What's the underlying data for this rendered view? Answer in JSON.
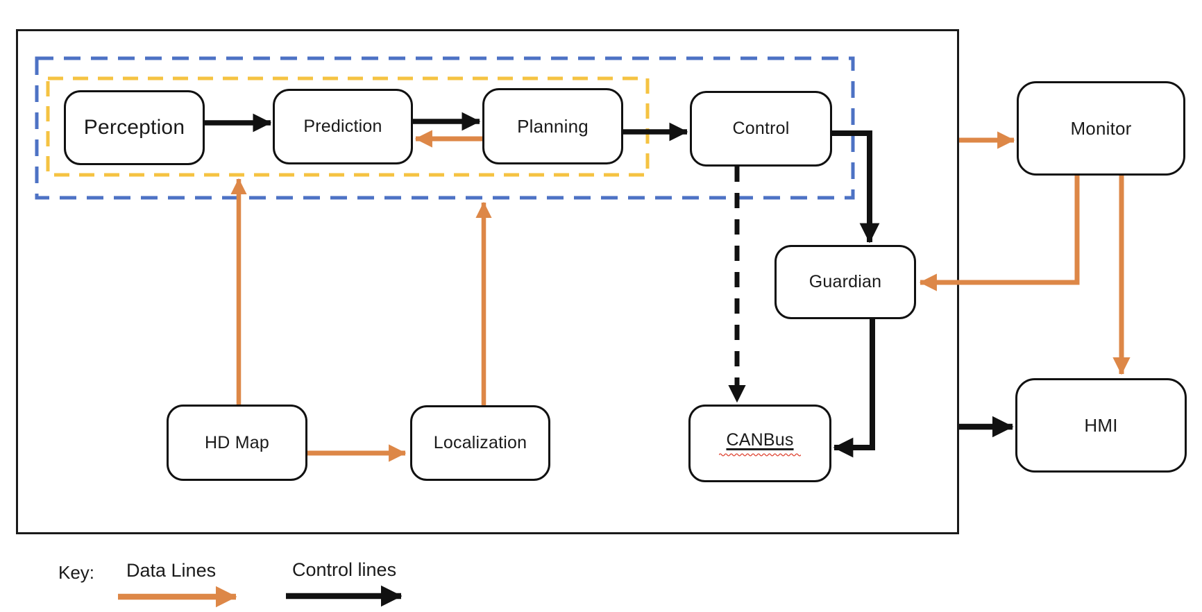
{
  "diagram": {
    "nodes": {
      "perception": {
        "label": "Perception"
      },
      "prediction": {
        "label": "Prediction"
      },
      "planning": {
        "label": "Planning"
      },
      "control": {
        "label": "Control"
      },
      "guardian": {
        "label": "Guardian"
      },
      "canbus": {
        "label": "CANBus"
      },
      "hdmap": {
        "label": "HD Map"
      },
      "localization": {
        "label": "Localization"
      },
      "monitor": {
        "label": "Monitor"
      },
      "hmi": {
        "label": "HMI"
      }
    },
    "legend": {
      "title": "Key:",
      "items": [
        {
          "label": "Data Lines",
          "type": "data",
          "color": "#DD8747"
        },
        {
          "label": "Control lines",
          "type": "control",
          "color": "#111111"
        }
      ]
    },
    "colors": {
      "data_line": "#DD8747",
      "control_line": "#111111",
      "blue_group": "#4D72C4",
      "yellow_group": "#F5C342",
      "spellcheck_underline": "#E04B3A"
    }
  }
}
